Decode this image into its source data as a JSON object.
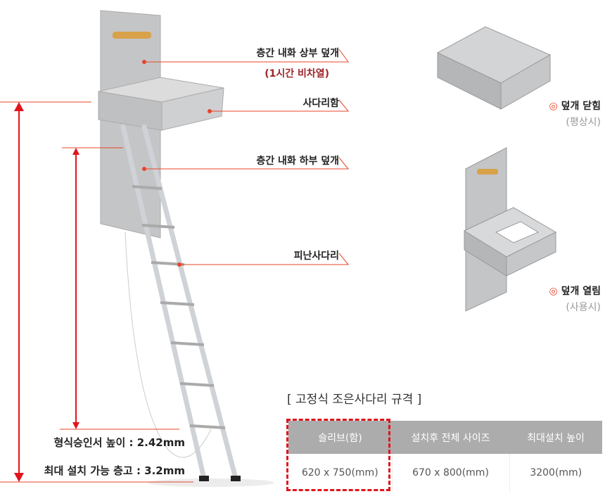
{
  "labels": {
    "upper_cover": "층간 내화 상부 덮개",
    "upper_cover_note": "(1시간 비차열)",
    "ladder_box": "사다리함",
    "lower_cover": "층간 내화 하부 덮개",
    "escape_ladder": "피난사다리"
  },
  "dimensions": {
    "approved_height": "형식승인서 높이 : 2.42mm",
    "max_floor_height": "최대 설치 가능 층고 : 3.2mm"
  },
  "states": [
    {
      "title": "덮개 닫힘",
      "note": "(평상시)",
      "icon": "double-circle-icon"
    },
    {
      "title": "덮개 열림",
      "note": "(사용시)",
      "icon": "double-circle-icon"
    }
  ],
  "spec": {
    "title": "[ 고정식 조은사다리 규격 ]",
    "headers": [
      "슬리브(함)",
      "설치후 전체 사이즈",
      "최대설치 높이"
    ],
    "values": [
      "620 x 750(mm)",
      "670 x 800(mm)",
      "3200(mm)"
    ]
  },
  "colors": {
    "accent": "#e8452a",
    "dark_red": "#a0262a",
    "header_bg": "#acacac"
  }
}
